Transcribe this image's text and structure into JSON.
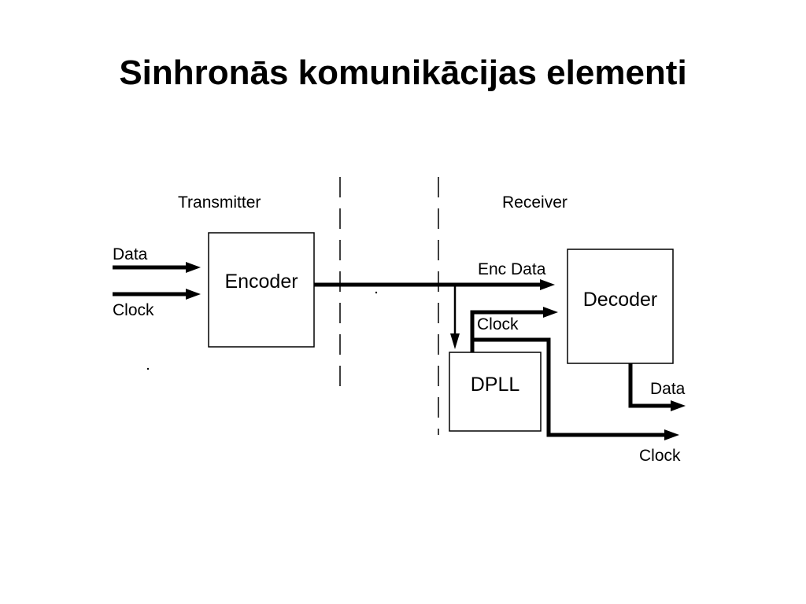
{
  "title": "Sinhronās komunikācijas elementi",
  "diagram": {
    "transmitter_label": "Transmitter",
    "receiver_label": "Receiver",
    "encoder_label": "Encoder",
    "decoder_label": "Decoder",
    "dpll_label": "DPLL",
    "tx_data_input": "Data",
    "tx_clock_input": "Clock",
    "enc_data_signal": "Enc Data",
    "recovered_clock_signal": "Clock",
    "rx_data_output": "Data",
    "rx_clock_output": "Clock"
  }
}
